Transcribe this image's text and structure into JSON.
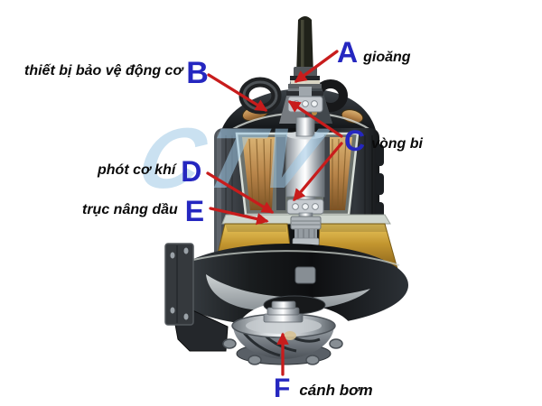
{
  "diagram": {
    "type": "labeled-cutaway-diagram",
    "subject": "submersible sewage pump cutaway",
    "background": "#ffffff",
    "watermark": {
      "text": "CTV",
      "color": "#9fc8e6"
    },
    "colors": {
      "label_letter": "#2527c0",
      "label_text": "#0a0a0a",
      "leader_line": "#c81c1c",
      "oil_chamber_gold": "#c2952f",
      "winding_copper": "#b8854a",
      "casing_dark": "#1d2023",
      "steel_bright": "#eef1f3"
    },
    "labels": [
      {
        "key": "A",
        "letter": "A",
        "name": "gioăng"
      },
      {
        "key": "B",
        "letter": "B",
        "name": "thiết bị bảo vệ động cơ"
      },
      {
        "key": "C",
        "letter": "C",
        "name": "vòng bi"
      },
      {
        "key": "D",
        "letter": "D",
        "name": "phót cơ khí"
      },
      {
        "key": "E",
        "letter": "E",
        "name": "trục nâng dầu"
      },
      {
        "key": "F",
        "letter": "F",
        "name": "cánh bơm"
      }
    ]
  }
}
